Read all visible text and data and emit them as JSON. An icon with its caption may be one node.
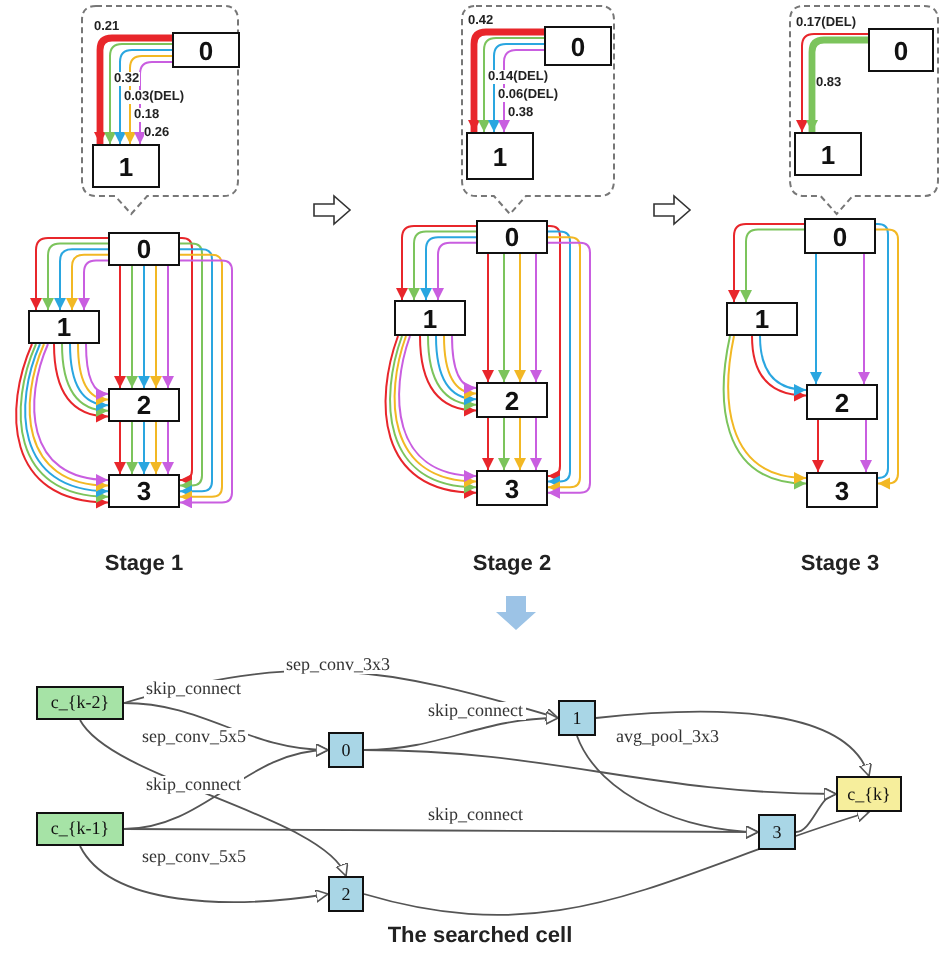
{
  "diagram": {
    "caption": "The searched cell",
    "nodes": [
      {
        "text": [],
        "shape": "callout"
      },
      {
        "text": [
          "0"
        ],
        "in": 0
      },
      {
        "text": [
          "1"
        ],
        "in": 0
      },
      {
        "text": [
          "0"
        ]
      },
      {
        "text": [
          "1"
        ]
      },
      {
        "text": [
          "2"
        ]
      },
      {
        "text": [
          "3"
        ]
      },
      {
        "text": [],
        "shape": "callout"
      },
      {
        "text": [
          "0"
        ],
        "in": 7
      },
      {
        "text": [
          "1"
        ],
        "in": 7
      },
      {
        "text": [
          "0"
        ]
      },
      {
        "text": [
          "1"
        ]
      },
      {
        "text": [
          "2"
        ]
      },
      {
        "text": [
          "3"
        ]
      },
      {
        "text": [],
        "shape": "callout"
      },
      {
        "text": [
          "0"
        ],
        "in": 14
      },
      {
        "text": [
          "1"
        ],
        "in": 14
      },
      {
        "text": [
          "0"
        ]
      },
      {
        "text": [
          "1"
        ]
      },
      {
        "text": [
          "2"
        ]
      },
      {
        "text": [
          "3"
        ]
      },
      {
        "text": [
          "c_{k-2}"
        ]
      },
      {
        "text": [
          "c_{k-1}"
        ]
      },
      {
        "text": [
          "0"
        ]
      },
      {
        "text": [
          "1"
        ]
      },
      {
        "text": [
          "2"
        ]
      },
      {
        "text": [
          "3"
        ]
      },
      {
        "text": [
          "c_{k}"
        ]
      }
    ],
    "edges": [
      {
        "from": 1,
        "to": 2,
        "arrow": "to",
        "label": "0.21",
        "style": "thick",
        "color": "#e8262b"
      },
      {
        "from": 1,
        "to": 2,
        "arrow": "to",
        "label": "0.32",
        "color": "#7cc45c"
      },
      {
        "from": 1,
        "to": 2,
        "arrow": "to",
        "label": "0.03(DEL)",
        "color": "#2aa6e0"
      },
      {
        "from": 1,
        "to": 2,
        "arrow": "to",
        "label": "0.18",
        "color": "#f2b824"
      },
      {
        "from": 1,
        "to": 2,
        "arrow": "to",
        "label": "0.26",
        "color": "#c95ee0"
      },
      {
        "from": 3,
        "to": 4,
        "arrow": "to",
        "color": "#e8262b"
      },
      {
        "from": 3,
        "to": 4,
        "arrow": "to",
        "color": "#7cc45c"
      },
      {
        "from": 3,
        "to": 4,
        "arrow": "to",
        "color": "#2aa6e0"
      },
      {
        "from": 3,
        "to": 4,
        "arrow": "to",
        "color": "#f2b824"
      },
      {
        "from": 3,
        "to": 4,
        "arrow": "to",
        "color": "#c95ee0"
      },
      {
        "from": 3,
        "to": 5,
        "arrow": "to",
        "color": "#e8262b"
      },
      {
        "from": 3,
        "to": 5,
        "arrow": "to",
        "color": "#7cc45c"
      },
      {
        "from": 3,
        "to": 5,
        "arrow": "to",
        "color": "#2aa6e0"
      },
      {
        "from": 3,
        "to": 5,
        "arrow": "to",
        "color": "#f2b824"
      },
      {
        "from": 3,
        "to": 5,
        "arrow": "to",
        "color": "#c95ee0"
      },
      {
        "from": 3,
        "to": 6,
        "arrow": "to",
        "color": "#e8262b"
      },
      {
        "from": 3,
        "to": 6,
        "arrow": "to",
        "color": "#7cc45c"
      },
      {
        "from": 3,
        "to": 6,
        "arrow": "to",
        "color": "#2aa6e0"
      },
      {
        "from": 3,
        "to": 6,
        "arrow": "to",
        "color": "#f2b824"
      },
      {
        "from": 3,
        "to": 6,
        "arrow": "to",
        "color": "#c95ee0"
      },
      {
        "from": 4,
        "to": 5,
        "arrow": "to",
        "color": "#e8262b"
      },
      {
        "from": 4,
        "to": 5,
        "arrow": "to",
        "color": "#7cc45c"
      },
      {
        "from": 4,
        "to": 5,
        "arrow": "to",
        "color": "#2aa6e0"
      },
      {
        "from": 4,
        "to": 5,
        "arrow": "to",
        "color": "#f2b824"
      },
      {
        "from": 4,
        "to": 5,
        "arrow": "to",
        "color": "#c95ee0"
      },
      {
        "from": 4,
        "to": 6,
        "arrow": "to",
        "color": "#e8262b"
      },
      {
        "from": 4,
        "to": 6,
        "arrow": "to",
        "color": "#7cc45c"
      },
      {
        "from": 4,
        "to": 6,
        "arrow": "to",
        "color": "#2aa6e0"
      },
      {
        "from": 4,
        "to": 6,
        "arrow": "to",
        "color": "#f2b824"
      },
      {
        "from": 4,
        "to": 6,
        "arrow": "to",
        "color": "#c95ee0"
      },
      {
        "from": 5,
        "to": 6,
        "arrow": "to",
        "color": "#e8262b"
      },
      {
        "from": 5,
        "to": 6,
        "arrow": "to",
        "color": "#7cc45c"
      },
      {
        "from": 5,
        "to": 6,
        "arrow": "to",
        "color": "#2aa6e0"
      },
      {
        "from": 5,
        "to": 6,
        "arrow": "to",
        "color": "#f2b824"
      },
      {
        "from": 5,
        "to": 6,
        "arrow": "to",
        "color": "#c95ee0"
      },
      {
        "from": 8,
        "to": 9,
        "arrow": "to",
        "label": "0.42",
        "style": "thick",
        "color": "#e8262b"
      },
      {
        "from": 8,
        "to": 9,
        "arrow": "to",
        "label": "0.14(DEL)",
        "color": "#7cc45c"
      },
      {
        "from": 8,
        "to": 9,
        "arrow": "to",
        "label": "0.06(DEL)",
        "color": "#2aa6e0"
      },
      {
        "from": 8,
        "to": 9,
        "arrow": "to",
        "label": "0.38",
        "color": "#c95ee0"
      },
      {
        "from": 10,
        "to": 11,
        "arrow": "to",
        "color": "#e8262b"
      },
      {
        "from": 10,
        "to": 11,
        "arrow": "to",
        "color": "#7cc45c"
      },
      {
        "from": 10,
        "to": 11,
        "arrow": "to",
        "color": "#2aa6e0"
      },
      {
        "from": 10,
        "to": 11,
        "arrow": "to",
        "color": "#c95ee0"
      },
      {
        "from": 10,
        "to": 12,
        "arrow": "to",
        "color": "#e8262b"
      },
      {
        "from": 10,
        "to": 12,
        "arrow": "to",
        "color": "#7cc45c"
      },
      {
        "from": 10,
        "to": 12,
        "arrow": "to",
        "color": "#f2b824"
      },
      {
        "from": 10,
        "to": 12,
        "arrow": "to",
        "color": "#c95ee0"
      },
      {
        "from": 10,
        "to": 13,
        "arrow": "to",
        "color": "#e8262b"
      },
      {
        "from": 10,
        "to": 13,
        "arrow": "to",
        "color": "#2aa6e0"
      },
      {
        "from": 10,
        "to": 13,
        "arrow": "to",
        "color": "#f2b824"
      },
      {
        "from": 10,
        "to": 13,
        "arrow": "to",
        "color": "#c95ee0"
      },
      {
        "from": 11,
        "to": 12,
        "arrow": "to",
        "color": "#e8262b"
      },
      {
        "from": 11,
        "to": 12,
        "arrow": "to",
        "color": "#7cc45c"
      },
      {
        "from": 11,
        "to": 12,
        "arrow": "to",
        "color": "#2aa6e0"
      },
      {
        "from": 11,
        "to": 12,
        "arrow": "to",
        "color": "#f2b824"
      },
      {
        "from": 11,
        "to": 12,
        "arrow": "to",
        "color": "#c95ee0"
      },
      {
        "from": 11,
        "to": 13,
        "arrow": "to",
        "color": "#e8262b"
      },
      {
        "from": 11,
        "to": 13,
        "arrow": "to",
        "color": "#7cc45c"
      },
      {
        "from": 11,
        "to": 13,
        "arrow": "to",
        "color": "#f2b824"
      },
      {
        "from": 11,
        "to": 13,
        "arrow": "to",
        "color": "#c95ee0"
      },
      {
        "from": 12,
        "to": 13,
        "arrow": "to",
        "color": "#e8262b"
      },
      {
        "from": 12,
        "to": 13,
        "arrow": "to",
        "color": "#7cc45c"
      },
      {
        "from": 12,
        "to": 13,
        "arrow": "to",
        "color": "#f2b824"
      },
      {
        "from": 12,
        "to": 13,
        "arrow": "to",
        "color": "#c95ee0"
      },
      {
        "from": 15,
        "to": 16,
        "arrow": "to",
        "label": "0.17(DEL)",
        "color": "#e8262b"
      },
      {
        "from": 15,
        "to": 16,
        "arrow": "to",
        "label": "0.83",
        "style": "thick",
        "color": "#7cc45c"
      },
      {
        "from": 17,
        "to": 18,
        "arrow": "to",
        "color": "#e8262b"
      },
      {
        "from": 17,
        "to": 18,
        "arrow": "to",
        "color": "#7cc45c"
      },
      {
        "from": 17,
        "to": 19,
        "arrow": "to",
        "color": "#2aa6e0"
      },
      {
        "from": 17,
        "to": 19,
        "arrow": "to",
        "color": "#c95ee0"
      },
      {
        "from": 17,
        "to": 20,
        "arrow": "to",
        "color": "#2aa6e0"
      },
      {
        "from": 17,
        "to": 20,
        "arrow": "to",
        "color": "#f2b824"
      },
      {
        "from": 18,
        "to": 19,
        "arrow": "to",
        "color": "#e8262b"
      },
      {
        "from": 18,
        "to": 19,
        "arrow": "to",
        "color": "#2aa6e0"
      },
      {
        "from": 18,
        "to": 20,
        "arrow": "to",
        "color": "#7cc45c"
      },
      {
        "from": 18,
        "to": 20,
        "arrow": "to",
        "color": "#f2b824"
      },
      {
        "from": 19,
        "to": 20,
        "arrow": "to",
        "color": "#e8262b"
      },
      {
        "from": 19,
        "to": 20,
        "arrow": "to",
        "color": "#c95ee0"
      },
      {
        "from": 21,
        "to": 24,
        "arrow": "to",
        "label": "sep_conv_3x3",
        "color": "#555555"
      },
      {
        "from": 21,
        "to": 23,
        "arrow": "to",
        "label": "skip_connect",
        "color": "#555555"
      },
      {
        "from": 21,
        "to": 25,
        "arrow": "to",
        "label": "sep_conv_5x5",
        "color": "#555555"
      },
      {
        "from": 22,
        "to": 23,
        "arrow": "to",
        "label": "skip_connect",
        "color": "#555555"
      },
      {
        "from": 22,
        "to": 26,
        "arrow": "to",
        "label": "skip_connect",
        "color": "#555555"
      },
      {
        "from": 22,
        "to": 25,
        "arrow": "to",
        "label": "sep_conv_5x5",
        "color": "#555555"
      },
      {
        "from": 23,
        "to": 24,
        "arrow": "to",
        "label": "skip_connect",
        "color": "#555555"
      },
      {
        "from": 24,
        "to": 26,
        "arrow": "to",
        "label": "avg_pool_3x3",
        "color": "#555555"
      },
      {
        "from": 23,
        "to": 27,
        "arrow": "to",
        "color": "#555555"
      },
      {
        "from": 24,
        "to": 27,
        "arrow": "to",
        "color": "#555555"
      },
      {
        "from": 25,
        "to": 27,
        "arrow": "to",
        "color": "#555555"
      },
      {
        "from": 26,
        "to": 27,
        "arrow": "to",
        "color": "#555555"
      }
    ],
    "labels": [
      "Stage 1",
      "Stage 2",
      "Stage 3"
    ]
  }
}
